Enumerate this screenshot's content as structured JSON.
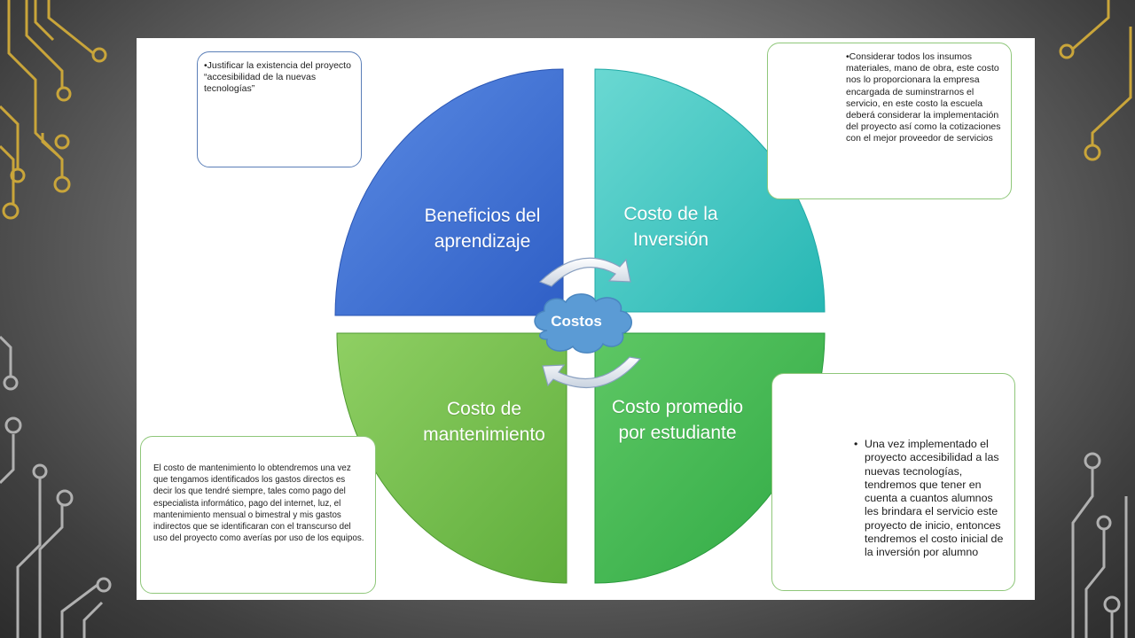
{
  "diagram": {
    "center": "Costos",
    "quadrants": [
      {
        "id": "beneficios",
        "label": "Beneficios del aprendizaje",
        "color": "#3d6ed6"
      },
      {
        "id": "inversion",
        "label": "Costo de la Inversión",
        "color": "#33c7c0"
      },
      {
        "id": "mantenimiento",
        "label": "Costo de mantenimiento",
        "color": "#7dc354"
      },
      {
        "id": "promedio",
        "label": "Costo promedio por estudiante",
        "color": "#4dbb55"
      }
    ]
  },
  "notes": {
    "beneficios": "•Justificar la existencia del proyecto “accesibilidad de la nuevas tecnologías”",
    "inversion": "•Considerar todos los insumos materiales, mano de obra, este costo nos lo proporcionara la empresa encargada de suminstrarnos el servicio, en este costo la escuela deberá considerar la implementación del proyecto así como la cotizaciones con el mejor proveedor de servicios",
    "mantenimiento": "El costo de mantenimiento lo obtendremos una vez que tengamos identificados los gastos directos es decir los que tendré siempre, tales como pago del especialista informático, pago del internet, luz, el mantenimiento mensual o bimestral  y mis gastos indirectos que se identificaran con el transcurso del uso del proyecto como averías por uso de los equipos.",
    "promedio": "Una vez implementado el proyecto accesibilidad a las nuevas tecnologías, tendremos que tener en cuenta  a cuantos alumnos les brindara el servicio este proyecto de inicio, entonces tendremos el costo inicial de la inversión por alumno"
  },
  "colors": {
    "circuit_gold": "#c9a53a",
    "circuit_gray": "#b5b5b5",
    "note_border_blue": "#5b7fb8",
    "note_border_green": "#8fc77a",
    "cloud": "#5b9bd5"
  }
}
